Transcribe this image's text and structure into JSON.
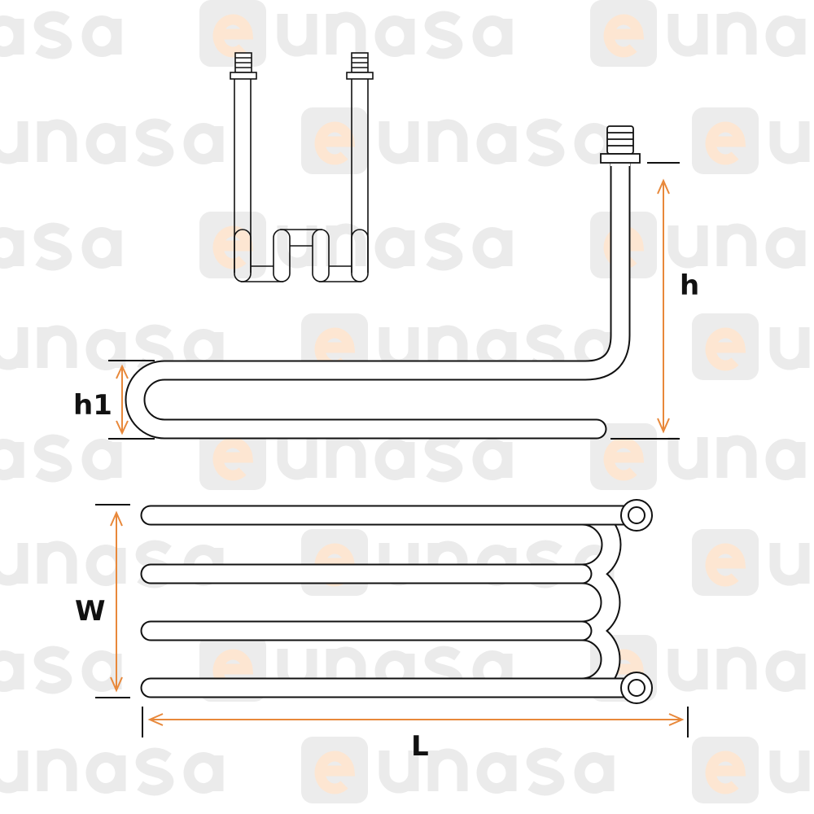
{
  "watermark": {
    "brand": "eunasa",
    "letter": "e",
    "rest": "unasa"
  },
  "labels": {
    "h": "h",
    "h1": "h1",
    "W": "W",
    "L": "L"
  },
  "colors": {
    "dimension": "#e8883a",
    "line": "#111111",
    "watermark_box": "#ececec",
    "watermark_e": "#fde6d2"
  }
}
